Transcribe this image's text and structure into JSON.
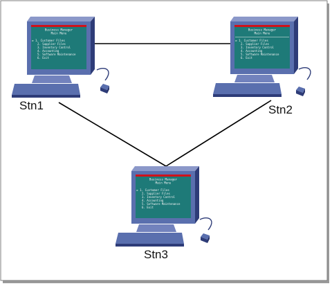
{
  "stations": [
    {
      "id": "stn1",
      "label": "Stn1",
      "screen": {
        "title": "Business Manager",
        "subtitle": "Main Menu",
        "items": [
          "1. Customer Files",
          "2. Supplier Files",
          "3. Inventory Control",
          "4. Accounting",
          "5. Software Maintenance",
          "6. Exit"
        ]
      }
    },
    {
      "id": "stn2",
      "label": "Stn2",
      "screen": {
        "title": "Business Manager",
        "subtitle": "Main Menu",
        "items": [
          "1. Customer Files",
          "2. Supplier Files",
          "3. Inventory Control",
          "4. Accounting",
          "5. Software Maintenance",
          "6. Exit"
        ]
      }
    },
    {
      "id": "stn3",
      "label": "Stn3",
      "screen": {
        "title": "Business Manager",
        "subtitle": "Main Menu",
        "items": [
          "1. Customer Files",
          "2. Supplier Files",
          "3. Inventory Control",
          "4. Accounting",
          "5. Software Maintenance",
          "6. Exit"
        ]
      }
    }
  ],
  "links": [
    {
      "from": "stn1",
      "to": "stn2"
    },
    {
      "from": "stn1",
      "to": "stn3"
    },
    {
      "from": "stn2",
      "to": "stn3"
    }
  ],
  "colors": {
    "monitor_face": "#5a6fae",
    "monitor_side": "#2e3c78",
    "monitor_top": "#8b98c9",
    "screen_bg": "#1e7a78",
    "screen_header": "#d0121a",
    "link_line": "#000000",
    "frame_border": "#7f7f7f"
  }
}
